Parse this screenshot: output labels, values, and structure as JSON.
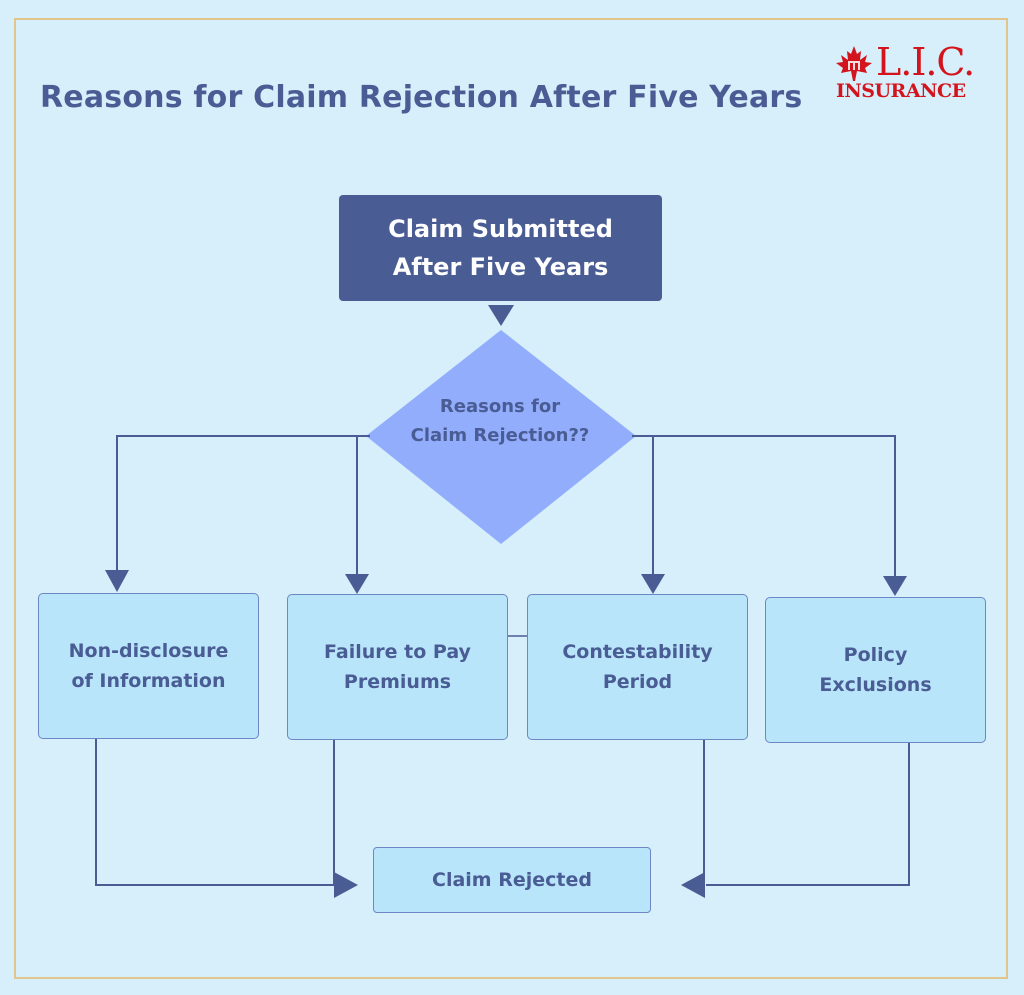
{
  "title": "Reasons for Claim Rejection After Five Years",
  "logo": {
    "top_text": "L.I.C.",
    "bottom_text": "INSURANCE",
    "icon": "maple-leaf-icon",
    "color": "#d4141c"
  },
  "colors": {
    "background": "#d6effb",
    "dark_box": "#4a5c94",
    "diamond": "#92adfc",
    "light_box": "#b8e5fa",
    "frame": "#e2c58a"
  },
  "flow": {
    "start": {
      "line1": "Claim Submitted",
      "line2": "After Five Years"
    },
    "decision": {
      "line1": "Reasons for",
      "line2": "Claim Rejection??"
    },
    "reasons": [
      {
        "line1": "Non-disclosure",
        "line2": "of Information"
      },
      {
        "line1": "Failure to Pay",
        "line2": "Premiums"
      },
      {
        "line1": "Contestability",
        "line2": "Period"
      },
      {
        "line1": "Policy",
        "line2": "Exclusions"
      }
    ],
    "outcome": "Claim Rejected"
  }
}
